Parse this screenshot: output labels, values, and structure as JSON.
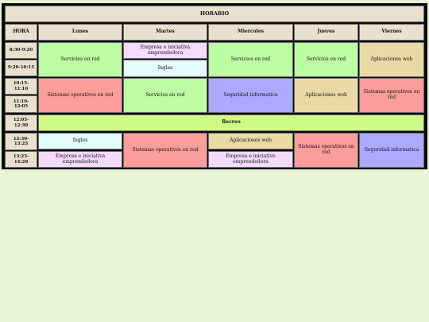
{
  "title": "HORARIO",
  "headers": {
    "hora": "HORA",
    "days": [
      "Lunes",
      "Martes",
      "Miercoles",
      "Jueves",
      "Viernes"
    ]
  },
  "hours": [
    "8:30-9:20",
    "9:20-10:15",
    "10:15-11:10",
    "11:10-12:05",
    "12:05-12:30",
    "12:30-13:25",
    "13:25-14:20"
  ],
  "colors": {
    "background": "#e7f5d6",
    "sistemas_operativos": "#fb9d9a",
    "servicios_en_red": "#bdfca2",
    "recreo": "#d0fa88",
    "empresa": "#f4dbfb",
    "ingles": "#e3fcfc",
    "seguridad": "#abaaff",
    "aplicaciones_web": "#e8d9a7"
  },
  "cells": {
    "lunes_servicios": "Servicios en red",
    "martes_empresa": "Empresa e iniciativa emprendedora",
    "martes_ingles": "Ingles",
    "miercoles_servicios": "Servicios en red",
    "jueves_servicios": "Servicios en red",
    "viernes_aplicaciones": "Aplicaciones web",
    "lunes_sistemas": "Sistemas operativos en red",
    "martes_servicios": "Servicios en red",
    "miercoles_seguridad": "Seguridad informatica",
    "jueves_aplicaciones": "Aplicaciones web",
    "viernes_sistemas": "Sistemas operativos en red",
    "recreo": "Recreo",
    "lunes_ingles": "Ingles",
    "lunes_empresa": "Empresa e iniciativa emprendedora",
    "martes_sistemas": "Sistemas operativos en red",
    "miercoles_aplicaciones": "Aplicaciones web",
    "miercoles_empresa": "Empresa e iniciativo emprendedora",
    "jueves_sistemas": "Sistemas operativos en red",
    "viernes_seguridad": "Seguridad informatica"
  }
}
